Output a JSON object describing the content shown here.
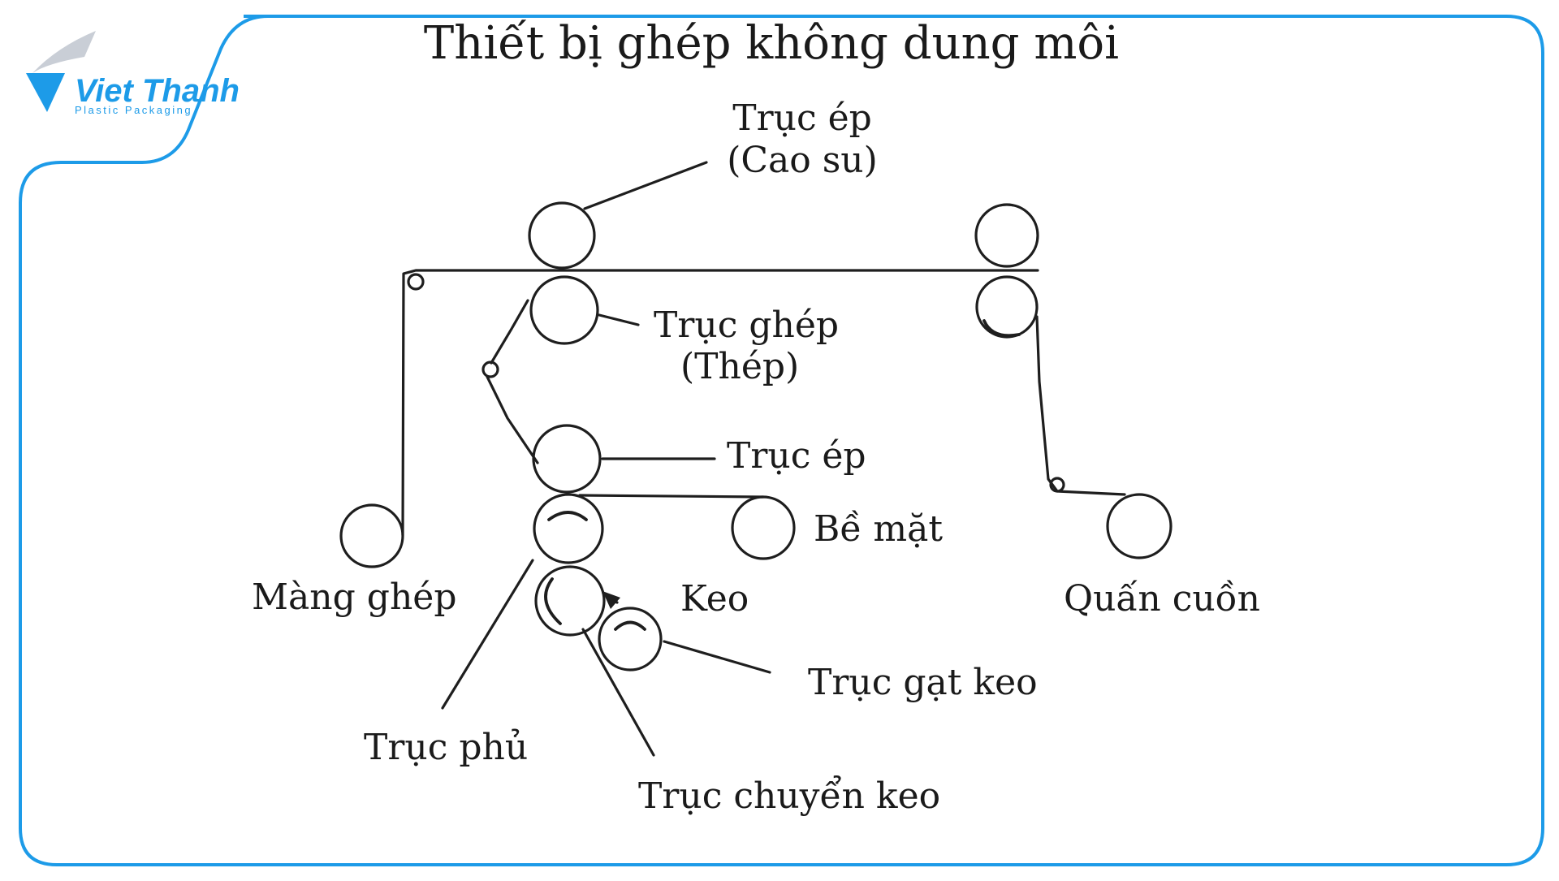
{
  "logo": {
    "name": "Viet Thanh",
    "tagline": "Plastic Packaging",
    "color": "#1d9be8"
  },
  "diagram": {
    "title": "Thiết bị ghép không dung môi",
    "labels": {
      "nip_roller_rubber_1": "Trục ép",
      "nip_roller_rubber_2": "(Cao su)",
      "laminating_roller_1": "Trục ghép",
      "laminating_roller_2": "(Thép)",
      "nip_roller": "Trục ép",
      "surface": "Bề mặt",
      "laminate_film": "Màng ghép",
      "glue": "Keo",
      "rewind": "Quấn cuồn",
      "doctor_roller": "Trục gạt keo",
      "coating_roller": "Trục phủ",
      "transfer_roller": "Trục chuyển keo"
    }
  }
}
